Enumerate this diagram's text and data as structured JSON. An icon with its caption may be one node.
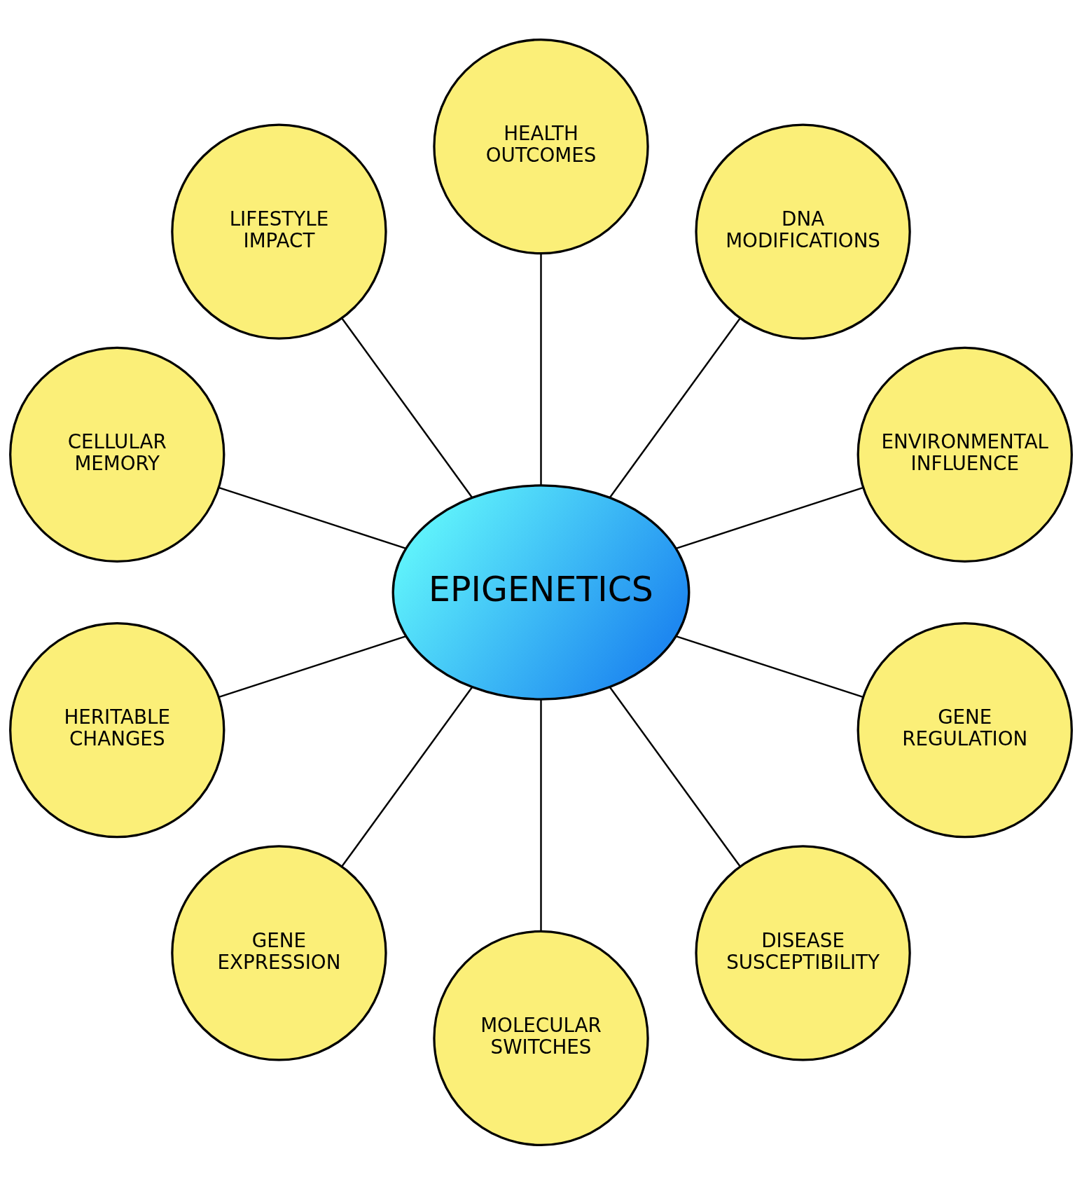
{
  "diagram": {
    "nodes": [
      {
        "text": [
          "EPIGENETICS"
        ]
      },
      {
        "text": [
          "ENVIRONMENTAL INFLUENCE"
        ]
      },
      {
        "text": [
          "DNA MODIFICATIONS"
        ]
      },
      {
        "text": [
          "HEALTH OUTCOMES"
        ]
      },
      {
        "text": [
          "LIFESTYLE IMPACT"
        ]
      },
      {
        "text": [
          "CELLULAR MEMORY"
        ]
      },
      {
        "text": [
          "HERITABLE CHANGES"
        ]
      },
      {
        "text": [
          "GENE EXPRESSION"
        ]
      },
      {
        "text": [
          "MOLECULAR SWITCHES"
        ]
      },
      {
        "text": [
          "DISEASE SUSCEPTIBILITY"
        ]
      },
      {
        "text": [
          "GENE REGULATION"
        ]
      }
    ],
    "edges": [
      {
        "from": 0,
        "to": 1,
        "arrow": "none"
      },
      {
        "from": 0,
        "to": 2,
        "arrow": "none"
      },
      {
        "from": 0,
        "to": 3,
        "arrow": "none"
      },
      {
        "from": 0,
        "to": 4,
        "arrow": "none"
      },
      {
        "from": 0,
        "to": 5,
        "arrow": "none"
      },
      {
        "from": 0,
        "to": 6,
        "arrow": "none"
      },
      {
        "from": 0,
        "to": 7,
        "arrow": "none"
      },
      {
        "from": 0,
        "to": 8,
        "arrow": "none"
      },
      {
        "from": 0,
        "to": 9,
        "arrow": "none"
      },
      {
        "from": 0,
        "to": 10,
        "arrow": "none"
      }
    ]
  }
}
